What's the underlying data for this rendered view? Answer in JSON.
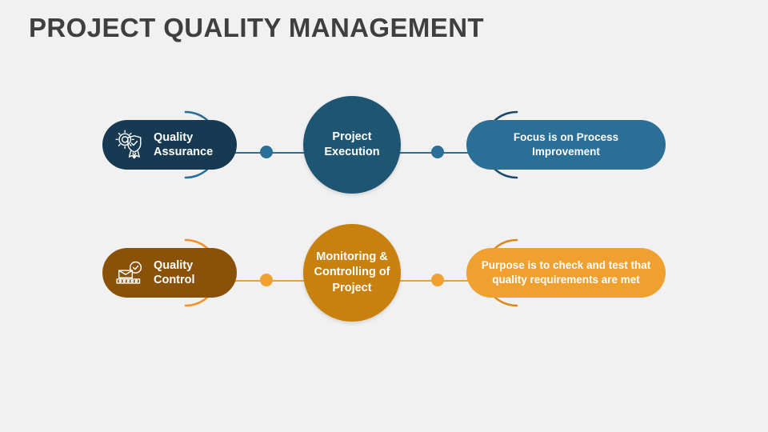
{
  "slide": {
    "title": "PROJECT QUALITY MANAGEMENT",
    "background_color": "#f1f1f1",
    "title_color": "#3f3f3f"
  },
  "rows": [
    {
      "id": "quality-assurance",
      "label": "Quality\nAssurance",
      "icon": "gear-shield-check-award-icon",
      "center": "Project\nExecution",
      "statement": "Focus is on Process Improvement",
      "colors": {
        "label_pill": "#173a52",
        "center_circle": "#1e5573",
        "statement_pill": "#2b6e96",
        "connector": "#2b6e96",
        "arc_left": "#2b6e96",
        "arc_right": "#1a4a6b"
      }
    },
    {
      "id": "quality-control",
      "label": "Quality\nControl",
      "icon": "conveyor-box-check-icon",
      "center": "Monitoring &\nControlling of\nProject",
      "statement": "Purpose is to check and test that\nquality requirements are met",
      "colors": {
        "label_pill": "#8a5209",
        "center_circle": "#c8810e",
        "statement_pill": "#f0a02e",
        "connector": "#f0a02e",
        "arc_left": "#f0922a",
        "arc_right": "#d98a1c"
      }
    }
  ]
}
